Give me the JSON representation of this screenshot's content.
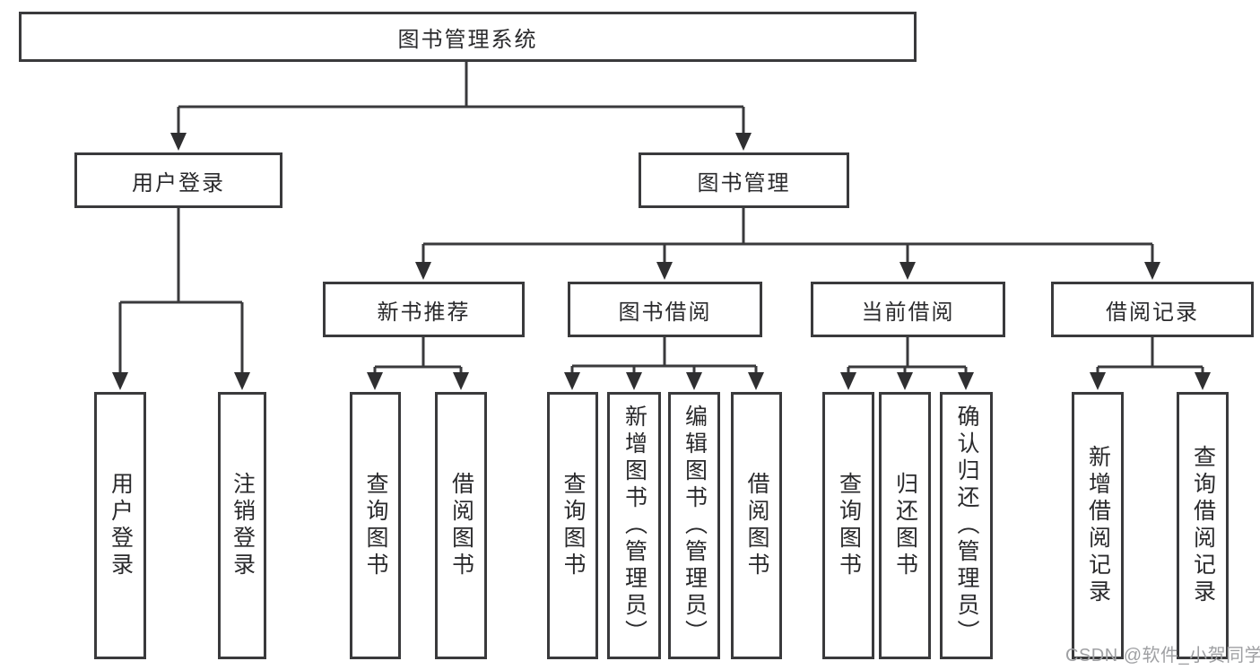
{
  "nodes": {
    "root": "图书管理系统",
    "user_login": "用户登录",
    "book_mgmt": "图书管理",
    "new_book_rec": "新书推荐",
    "book_borrow": "图书借阅",
    "current_borrow": "当前借阅",
    "borrow_records": "借阅记录",
    "v_user_login": "用户登录",
    "v_logout": "注销登录",
    "v_nb_query": "查询图书",
    "v_nb_borrow": "借阅图书",
    "v_bb_query": "查询图书",
    "v_bb_add": "新增图书（管理员）",
    "v_bb_edit": "编辑图书（管理员）",
    "v_bb_borrow": "借阅图书",
    "v_cb_query": "查询图书",
    "v_cb_return": "归还图书",
    "v_cb_confirm": "确认归还（管理员）",
    "v_br_add": "新增借阅记录",
    "v_br_query": "查询借阅记录"
  },
  "watermark": "CSDN @软件_小贺同学",
  "colors": {
    "line": "#3a3a3c",
    "text": "#2a2a2c",
    "watermark": "#9fa0a3",
    "background": "#ffffff"
  }
}
